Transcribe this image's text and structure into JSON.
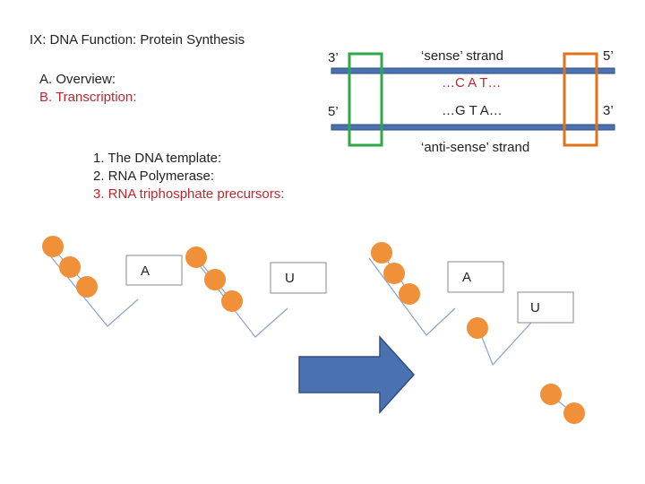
{
  "slide": {
    "title": "IX: DNA Function: Protein Synthesis",
    "outline": [
      {
        "text": "A. Overview:",
        "highlight": false
      },
      {
        "text": "B. Transcription:",
        "highlight": true
      }
    ],
    "steps": [
      {
        "text": "1. The DNA template:",
        "highlight": false
      },
      {
        "text": "2. RNA Polymerase:",
        "highlight": false
      },
      {
        "text": "3. RNA triphosphate precursors:",
        "highlight": true
      }
    ]
  },
  "dna": {
    "sense_label": "‘sense’ strand",
    "antisense_label": "‘anti-sense’ strand",
    "top_left_end": "3’",
    "top_right_end": "5’",
    "bottom_left_end": "5’",
    "bottom_right_end": "3’",
    "top_sequence": "…C A T…",
    "bottom_sequence": "…G T A…"
  },
  "nucleotides": {
    "before": [
      "A",
      "U"
    ],
    "after": [
      "A",
      "U"
    ]
  },
  "colors": {
    "strand": "#4a72b0",
    "strand_edge": "#2e4f86",
    "highlight_red": "#c0262d",
    "left_box": "#2ea84a",
    "right_box": "#e0731a",
    "phosphate": "#f0913a",
    "arrow": "#4a72b0",
    "arrow_edge": "#2e4f86"
  },
  "icons": {
    "phosphate": "orange-circle",
    "sugar": "v-shape-line",
    "arrow": "block-arrow-right"
  }
}
